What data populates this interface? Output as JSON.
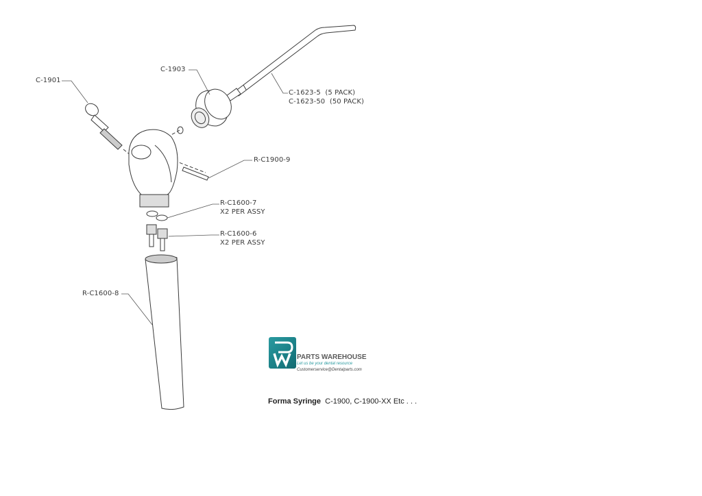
{
  "diagram": {
    "type": "exploded-parts-view",
    "subject": "Forma Syringe",
    "callouts": [
      {
        "id": "c1901",
        "label": "C-1901",
        "part": "button-valve"
      },
      {
        "id": "c1903",
        "label": "C-1903",
        "part": "tip-nut"
      },
      {
        "id": "c1623",
        "label_line1": "C-1623-5  (5 PACK)",
        "label_line2": "C-1623-50  (50 PACK)",
        "part": "syringe-tip"
      },
      {
        "id": "rc1900_9",
        "label": "R-C1900-9",
        "part": "pin"
      },
      {
        "id": "rc1600_7",
        "label_line1": "R-C1600-7",
        "label_line2": "X2 PER ASSY",
        "part": "washer"
      },
      {
        "id": "rc1600_6",
        "label_line1": "R-C1600-6",
        "label_line2": "X2 PER ASSY",
        "part": "hose-barb"
      },
      {
        "id": "rc1600_8",
        "label": "R-C1600-8",
        "part": "handle"
      }
    ]
  },
  "branding": {
    "logo_letters": "PW",
    "company": "PARTS WAREHOUSE",
    "tagline": "Let us be your dental resource",
    "email": "Customerservice@Dentalparts.com",
    "accent_color": "#1f8a90"
  },
  "title_block": {
    "product": "Forma Syringe",
    "models": "C-1900, C-1900-XX  Etc . . ."
  }
}
